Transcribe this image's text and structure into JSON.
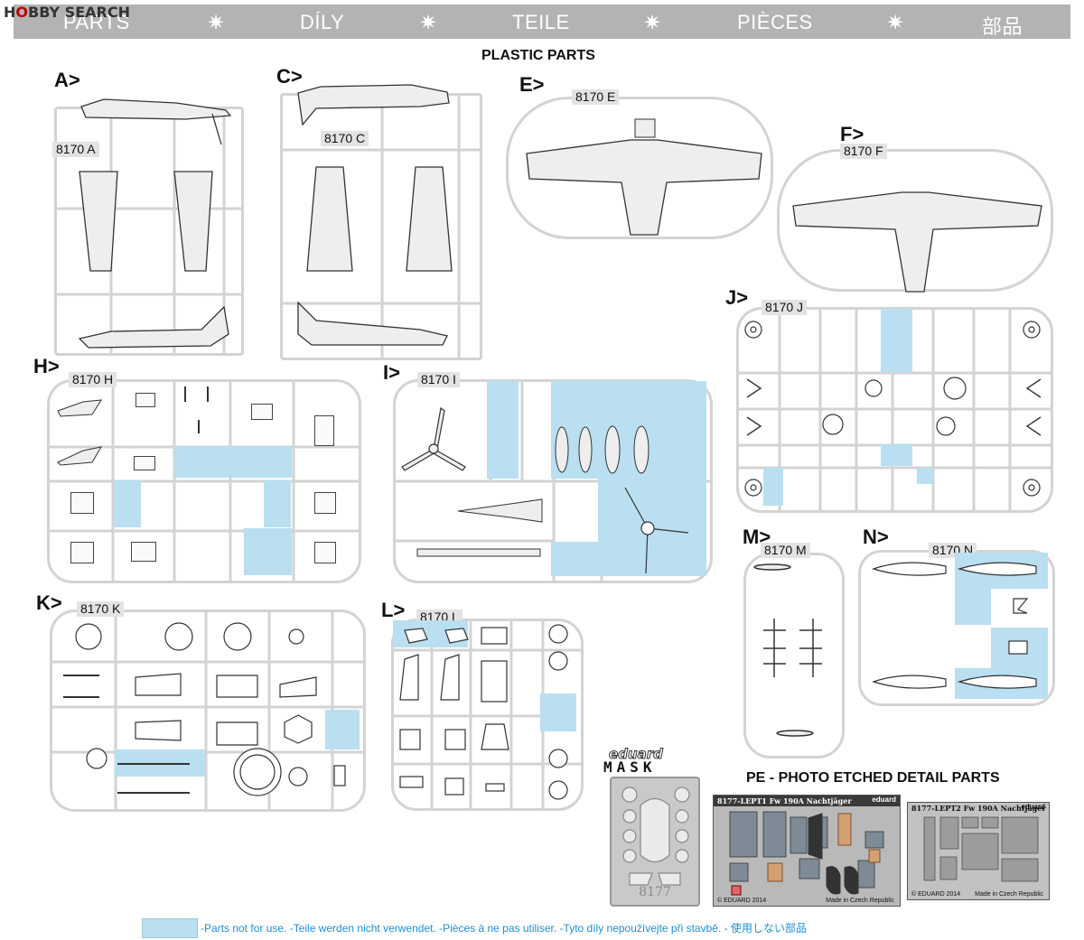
{
  "watermark": {
    "prefix": "H",
    "accent": "O",
    "rest": "BBY SEARCH"
  },
  "header": {
    "items": [
      "PARTS",
      "DÍLY",
      "TEILE",
      "PIÈCES",
      "部品"
    ],
    "separator": "✷"
  },
  "plastic_title": "PLASTIC PARTS",
  "sprues": [
    {
      "letter": "A>",
      "code": "8170 A"
    },
    {
      "letter": "C>",
      "code": "8170 C"
    },
    {
      "letter": "E>",
      "code": "8170 E"
    },
    {
      "letter": "F>",
      "code": "8170 F"
    },
    {
      "letter": "H>",
      "code": "8170 H"
    },
    {
      "letter": "I>",
      "code": "8170 I"
    },
    {
      "letter": "J>",
      "code": "8170 J"
    },
    {
      "letter": "K>",
      "code": "8170 K"
    },
    {
      "letter": "L>",
      "code": "8170 L"
    },
    {
      "letter": "M>",
      "code": "8170 M"
    },
    {
      "letter": "N>",
      "code": "8170 N"
    }
  ],
  "mask": {
    "logo_top": "eduard",
    "logo_bottom": "MASK",
    "number": "8177"
  },
  "pe_title": "PE - PHOTO ETCHED DETAIL PARTS",
  "pe_frets": [
    {
      "title": "8177-LEPT1 Fw 190A Nachtjäger",
      "brand": "eduard",
      "copyright": "© EDUARD 2014",
      "origin": "Made in Czech Republic"
    },
    {
      "title": "8177-LEPT2 Fw 190A Nachtjäger",
      "brand": "eduard",
      "copyright": "© EDUARD 2014",
      "origin": "Made in Czech Republic"
    }
  ],
  "legend": {
    "text": "-Parts not for use. -Teile werden nicht verwendet. -Pièces à ne pas utiliser. -Tyto díly nepoužívejte při stavbě. -   使用しない部品"
  },
  "colors": {
    "not_for_use": "#b9dff0",
    "header": "#b3b3b3",
    "sprue": "#d3d3d3",
    "legend_text": "#1d8fd0"
  }
}
